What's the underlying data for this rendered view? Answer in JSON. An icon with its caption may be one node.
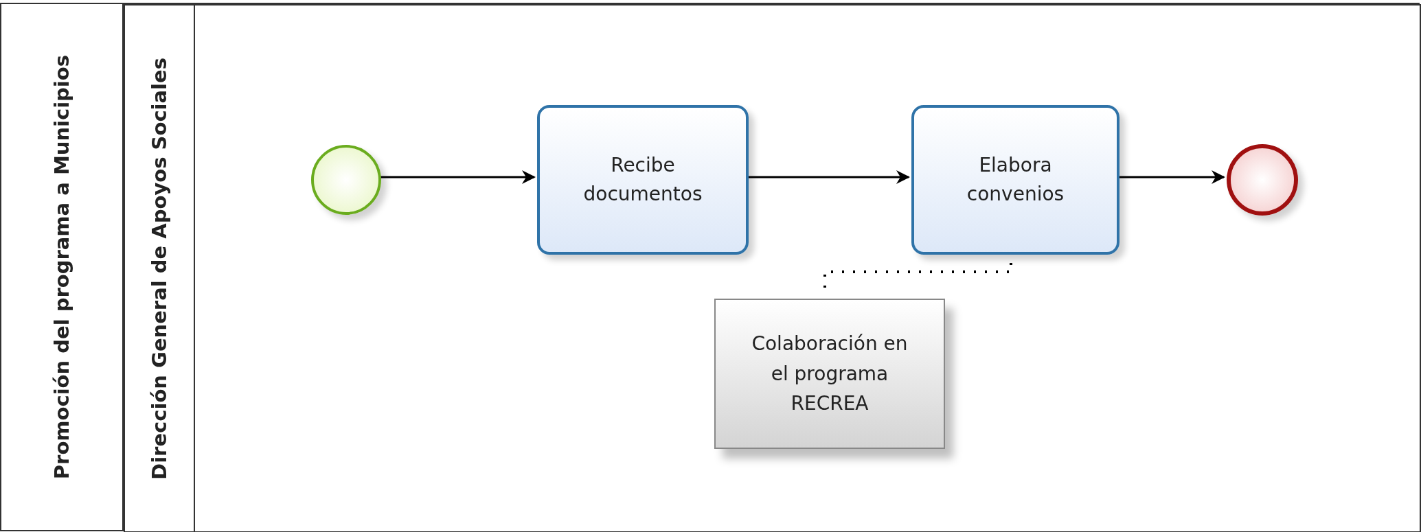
{
  "diagram": {
    "nodes": [
      {
        "text": [
          "Promoción del programa a Municipios"
        ]
      },
      {
        "text": [
          "Dirección General de Apoyos Sociales"
        ],
        "in": 0
      },
      {
        "text": [],
        "shape": "circle",
        "in": 1
      },
      {
        "text": [
          "Recibe documentos"
        ],
        "in": 1
      },
      {
        "text": [
          "Elabora convenios"
        ],
        "in": 1
      },
      {
        "text": [],
        "shape": "circle",
        "in": 1
      },
      {
        "text": [
          "Colaboración en el programa RECREA"
        ],
        "in": 1
      }
    ],
    "edges": [
      {
        "from": 2,
        "to": 3,
        "arrow": "to"
      },
      {
        "from": 3,
        "to": 4,
        "arrow": "to"
      },
      {
        "from": 4,
        "to": 5,
        "arrow": "to"
      },
      {
        "from": 4,
        "to": 6,
        "arrow": "none",
        "style": "dashed"
      }
    ]
  }
}
